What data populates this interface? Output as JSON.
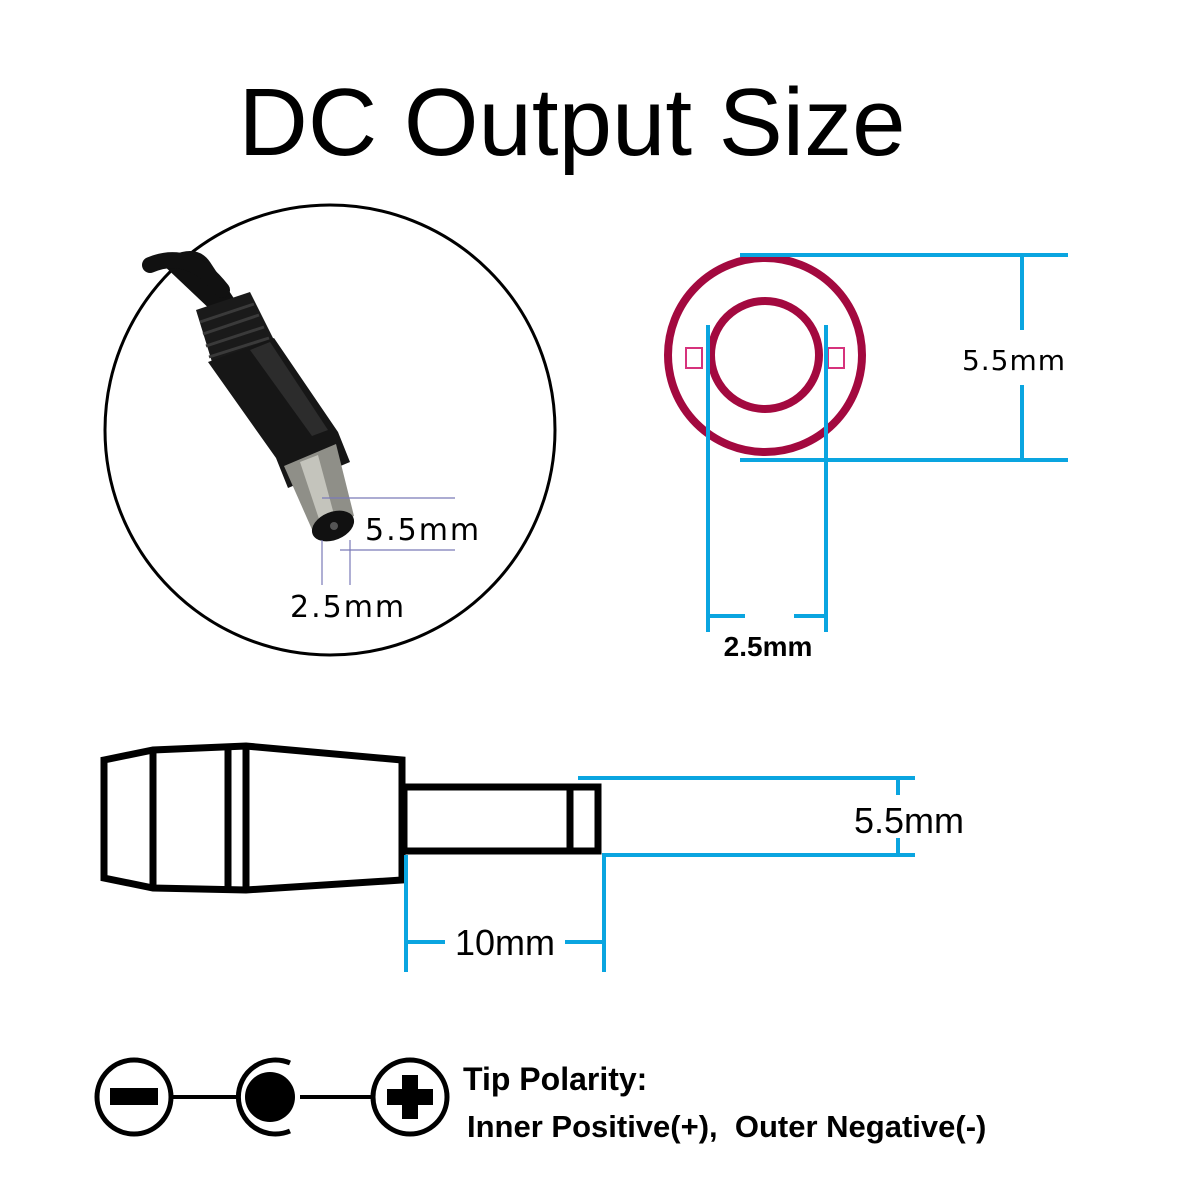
{
  "title": "DC Output Size",
  "photo": {
    "outer_dim_label": "5.5mm",
    "inner_dim_label": "2.5mm"
  },
  "front_view": {
    "outer_dim_label": "5.5mm",
    "inner_dim_label": "2.5mm"
  },
  "side_view": {
    "diameter_label": "5.5mm",
    "length_label": "10mm"
  },
  "polarity": {
    "heading": "Tip Polarity:",
    "description": "Inner Positive(+),  Outer Negative(-)",
    "negative_symbol": "minus-icon",
    "center_symbol": "center-pin-icon",
    "positive_symbol": "plus-icon"
  },
  "colors": {
    "dimension_lines": "#0aa5e0",
    "front_view_circles": "#a3093f",
    "front_view_contacts": "#d6337c",
    "outline": "#000000"
  }
}
